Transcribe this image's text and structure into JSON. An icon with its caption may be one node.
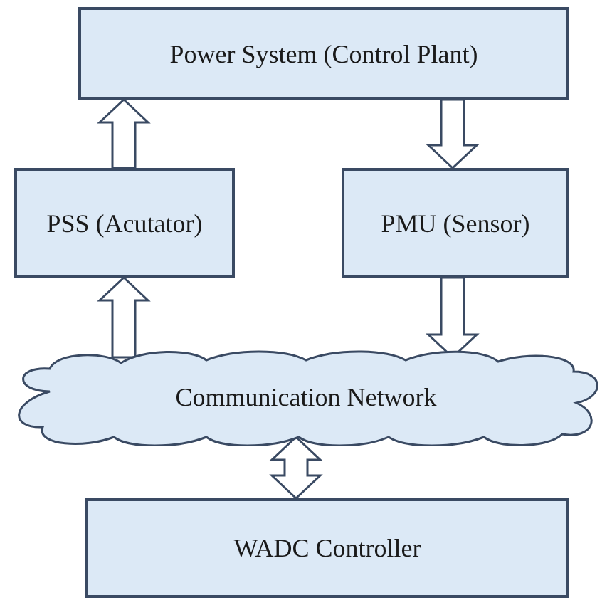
{
  "diagram": {
    "nodes": [
      {
        "text": [
          "Power System (Control Plant)"
        ]
      },
      {
        "text": [
          "PSS (Acutator)"
        ]
      },
      {
        "text": [
          "PMU (Sensor)"
        ]
      },
      {
        "text": [
          "Communication Network"
        ]
      },
      {
        "text": [
          "WADC Controller"
        ]
      }
    ],
    "edges": [
      {
        "from": 1,
        "to": 0,
        "arrow": "to"
      },
      {
        "from": 0,
        "to": 2,
        "arrow": "to"
      },
      {
        "from": 2,
        "to": 3,
        "arrow": "to"
      },
      {
        "from": 3,
        "to": 1,
        "arrow": "to"
      },
      {
        "from": 3,
        "to": 4,
        "arrow": "both"
      }
    ]
  }
}
